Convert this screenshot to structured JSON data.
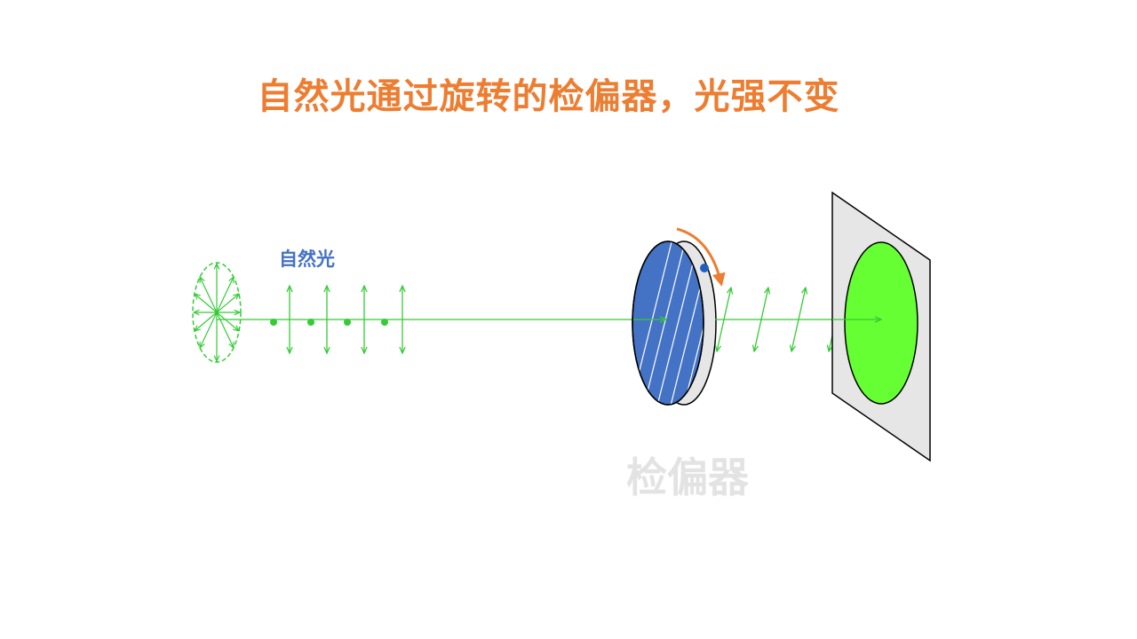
{
  "title": "自然光通过旋转的检偏器，光强不变",
  "labels": {
    "natural_light": "自然光",
    "analyzer": "检偏器"
  },
  "colors": {
    "title": "#ED7D31",
    "light": "#33CC33",
    "analyzer_face": "#4472C4",
    "analyzer_edge": "#E6E6E6",
    "screen": "#E6E6E6",
    "spot": "#66FF33",
    "rotation_arrow": "#ED7D31",
    "marker": "#1F5FBF"
  }
}
